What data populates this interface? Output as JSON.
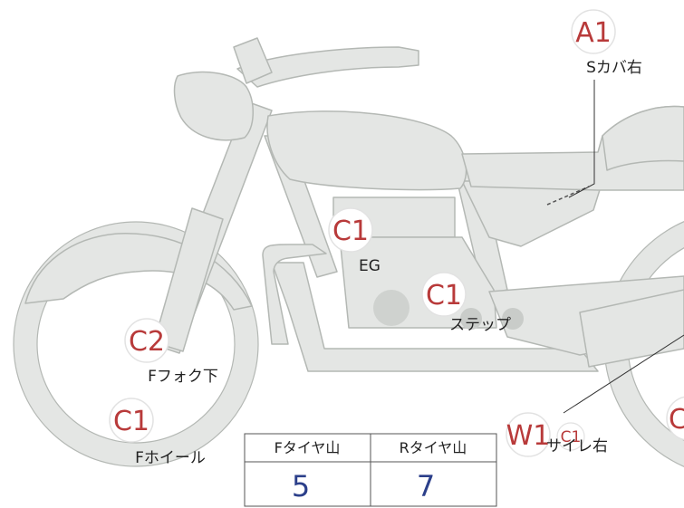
{
  "markers": {
    "a1": {
      "code": "A1",
      "label": "Sカバ右"
    },
    "c1_eg": {
      "code": "C1",
      "label": "EG"
    },
    "c1_step": {
      "code": "C1",
      "label": "ステップ"
    },
    "c2_fork": {
      "code": "C2",
      "label": "Fフォク下"
    },
    "c1_wheel": {
      "code": "C1",
      "label": "Fホイール"
    },
    "w1_muffler": {
      "code": "W1",
      "sub_code": "C1",
      "label": "サイレ右"
    },
    "edge": {
      "code": "C"
    }
  },
  "tread_table": {
    "front_header": "Fタイヤ山",
    "rear_header": "Rタイヤ山",
    "front_value": "5",
    "rear_value": "7"
  },
  "colors": {
    "bike_fill": "#e4e6e4",
    "bike_stroke": "#b4b8b4",
    "badge_text": "#b83a3a",
    "value_text": "#2b3f8a"
  }
}
